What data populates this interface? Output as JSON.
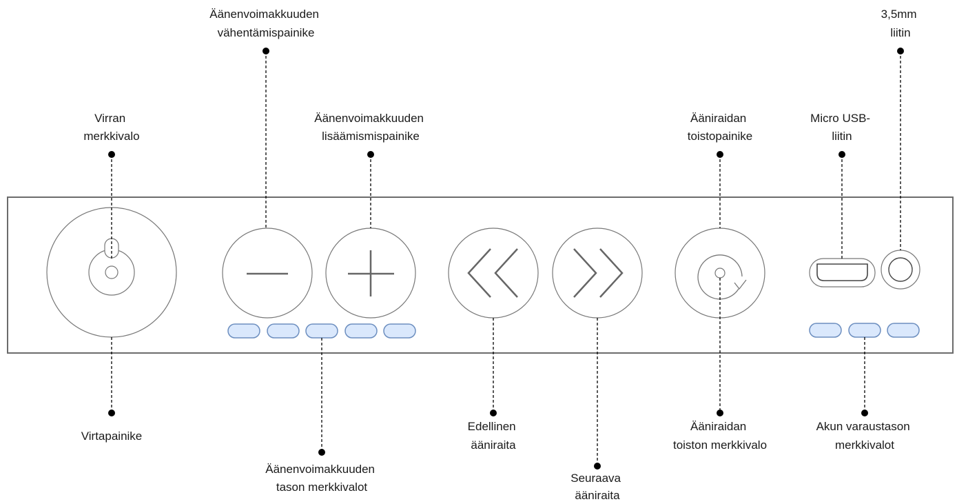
{
  "labels": {
    "volume_down": [
      "Äänenvoimakkuuden",
      "vähentämispainike"
    ],
    "jack": [
      "3,5mm",
      "liitin"
    ],
    "power_led": [
      "Virran",
      "merkkivalo"
    ],
    "volume_up": [
      "Äänenvoimakkuuden",
      "lisäämismispainike"
    ],
    "play": [
      "Ääniraidan",
      "toistopainike"
    ],
    "usb": [
      "Micro USB-",
      "liitin"
    ],
    "power_button": [
      "Virtapainike"
    ],
    "volume_leds": [
      "Äänenvoimakkuuden",
      "tason merkkivalot"
    ],
    "previous": [
      "Edellinen",
      "ääniraita"
    ],
    "next": [
      "Seuraava",
      "ääniraita"
    ],
    "play_led": [
      "Ääniraidan",
      "toiston merkkivalo"
    ],
    "battery_leds": [
      "Akun varaustason",
      "merkkivalot"
    ]
  },
  "colors": {
    "led_fill": "#dae8fc",
    "led_stroke": "#6c8ebf",
    "outline": "#7a7a7a",
    "line": "#000000"
  },
  "icons": {
    "volume_down": "minus-icon",
    "volume_up": "plus-icon",
    "previous": "double-chevron-left-icon",
    "next": "double-chevron-right-icon",
    "play": "play-repeat-icon",
    "usb": "micro-usb-port-icon",
    "jack": "audio-jack-icon"
  }
}
